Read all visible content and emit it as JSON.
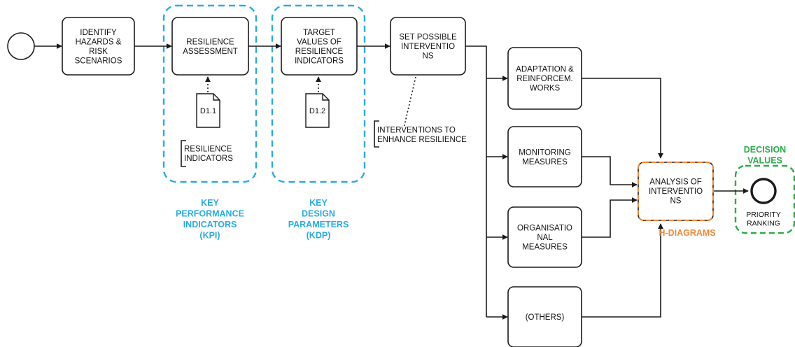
{
  "nodes": {
    "identify": [
      "IDENTIFY",
      "HAZARDS &",
      "RISK",
      "SCENARIOS"
    ],
    "assessment": [
      "RESILIENCE",
      "ASSESSMENT"
    ],
    "target": [
      "TARGET",
      "VALUES OF",
      "RESILIENCE",
      "INDICATORS"
    ],
    "set_interventions": [
      "SET POSSIBLE",
      "INTERVENTIO",
      "NS"
    ],
    "adaptation": [
      "ADAPTATION &",
      "REINFORCEM.",
      "WORKS"
    ],
    "monitoring": [
      "MONITORING",
      "MEASURES"
    ],
    "organisational": [
      "ORGANISATIO",
      "NAL",
      "MEASURES"
    ],
    "others": [
      "(OTHERS)"
    ],
    "analysis": [
      "ANALYSIS OF",
      "INTERVENTIO",
      "NS"
    ],
    "priority": [
      "PRIORITY",
      "RANKING"
    ]
  },
  "documents": {
    "d11": "D1.1",
    "d12": "D1.2"
  },
  "annotations": {
    "resilience_indicators": [
      "RESILIENCE",
      "INDICATORS"
    ],
    "interventions_enhance": [
      "INTERVENTIONS TO",
      "ENHANCE RESILIENCE"
    ]
  },
  "groups": {
    "kpi": [
      "KEY",
      "PERFORMANCE",
      "INDICATORS",
      "(KPI)"
    ],
    "kdp": [
      "KEY",
      "DESIGN",
      "PARAMETERS",
      "(KDP)"
    ],
    "h_diagrams": [
      "H-DIAGRAMS"
    ],
    "decision_values": [
      "DECISION",
      "VALUES"
    ]
  },
  "colors": {
    "kpi": "#29abe2",
    "kdp": "#29abe2",
    "h_diagrams": "#f08a3c",
    "decision_values": "#2eaa4b",
    "stroke": "#1a1a1a"
  }
}
